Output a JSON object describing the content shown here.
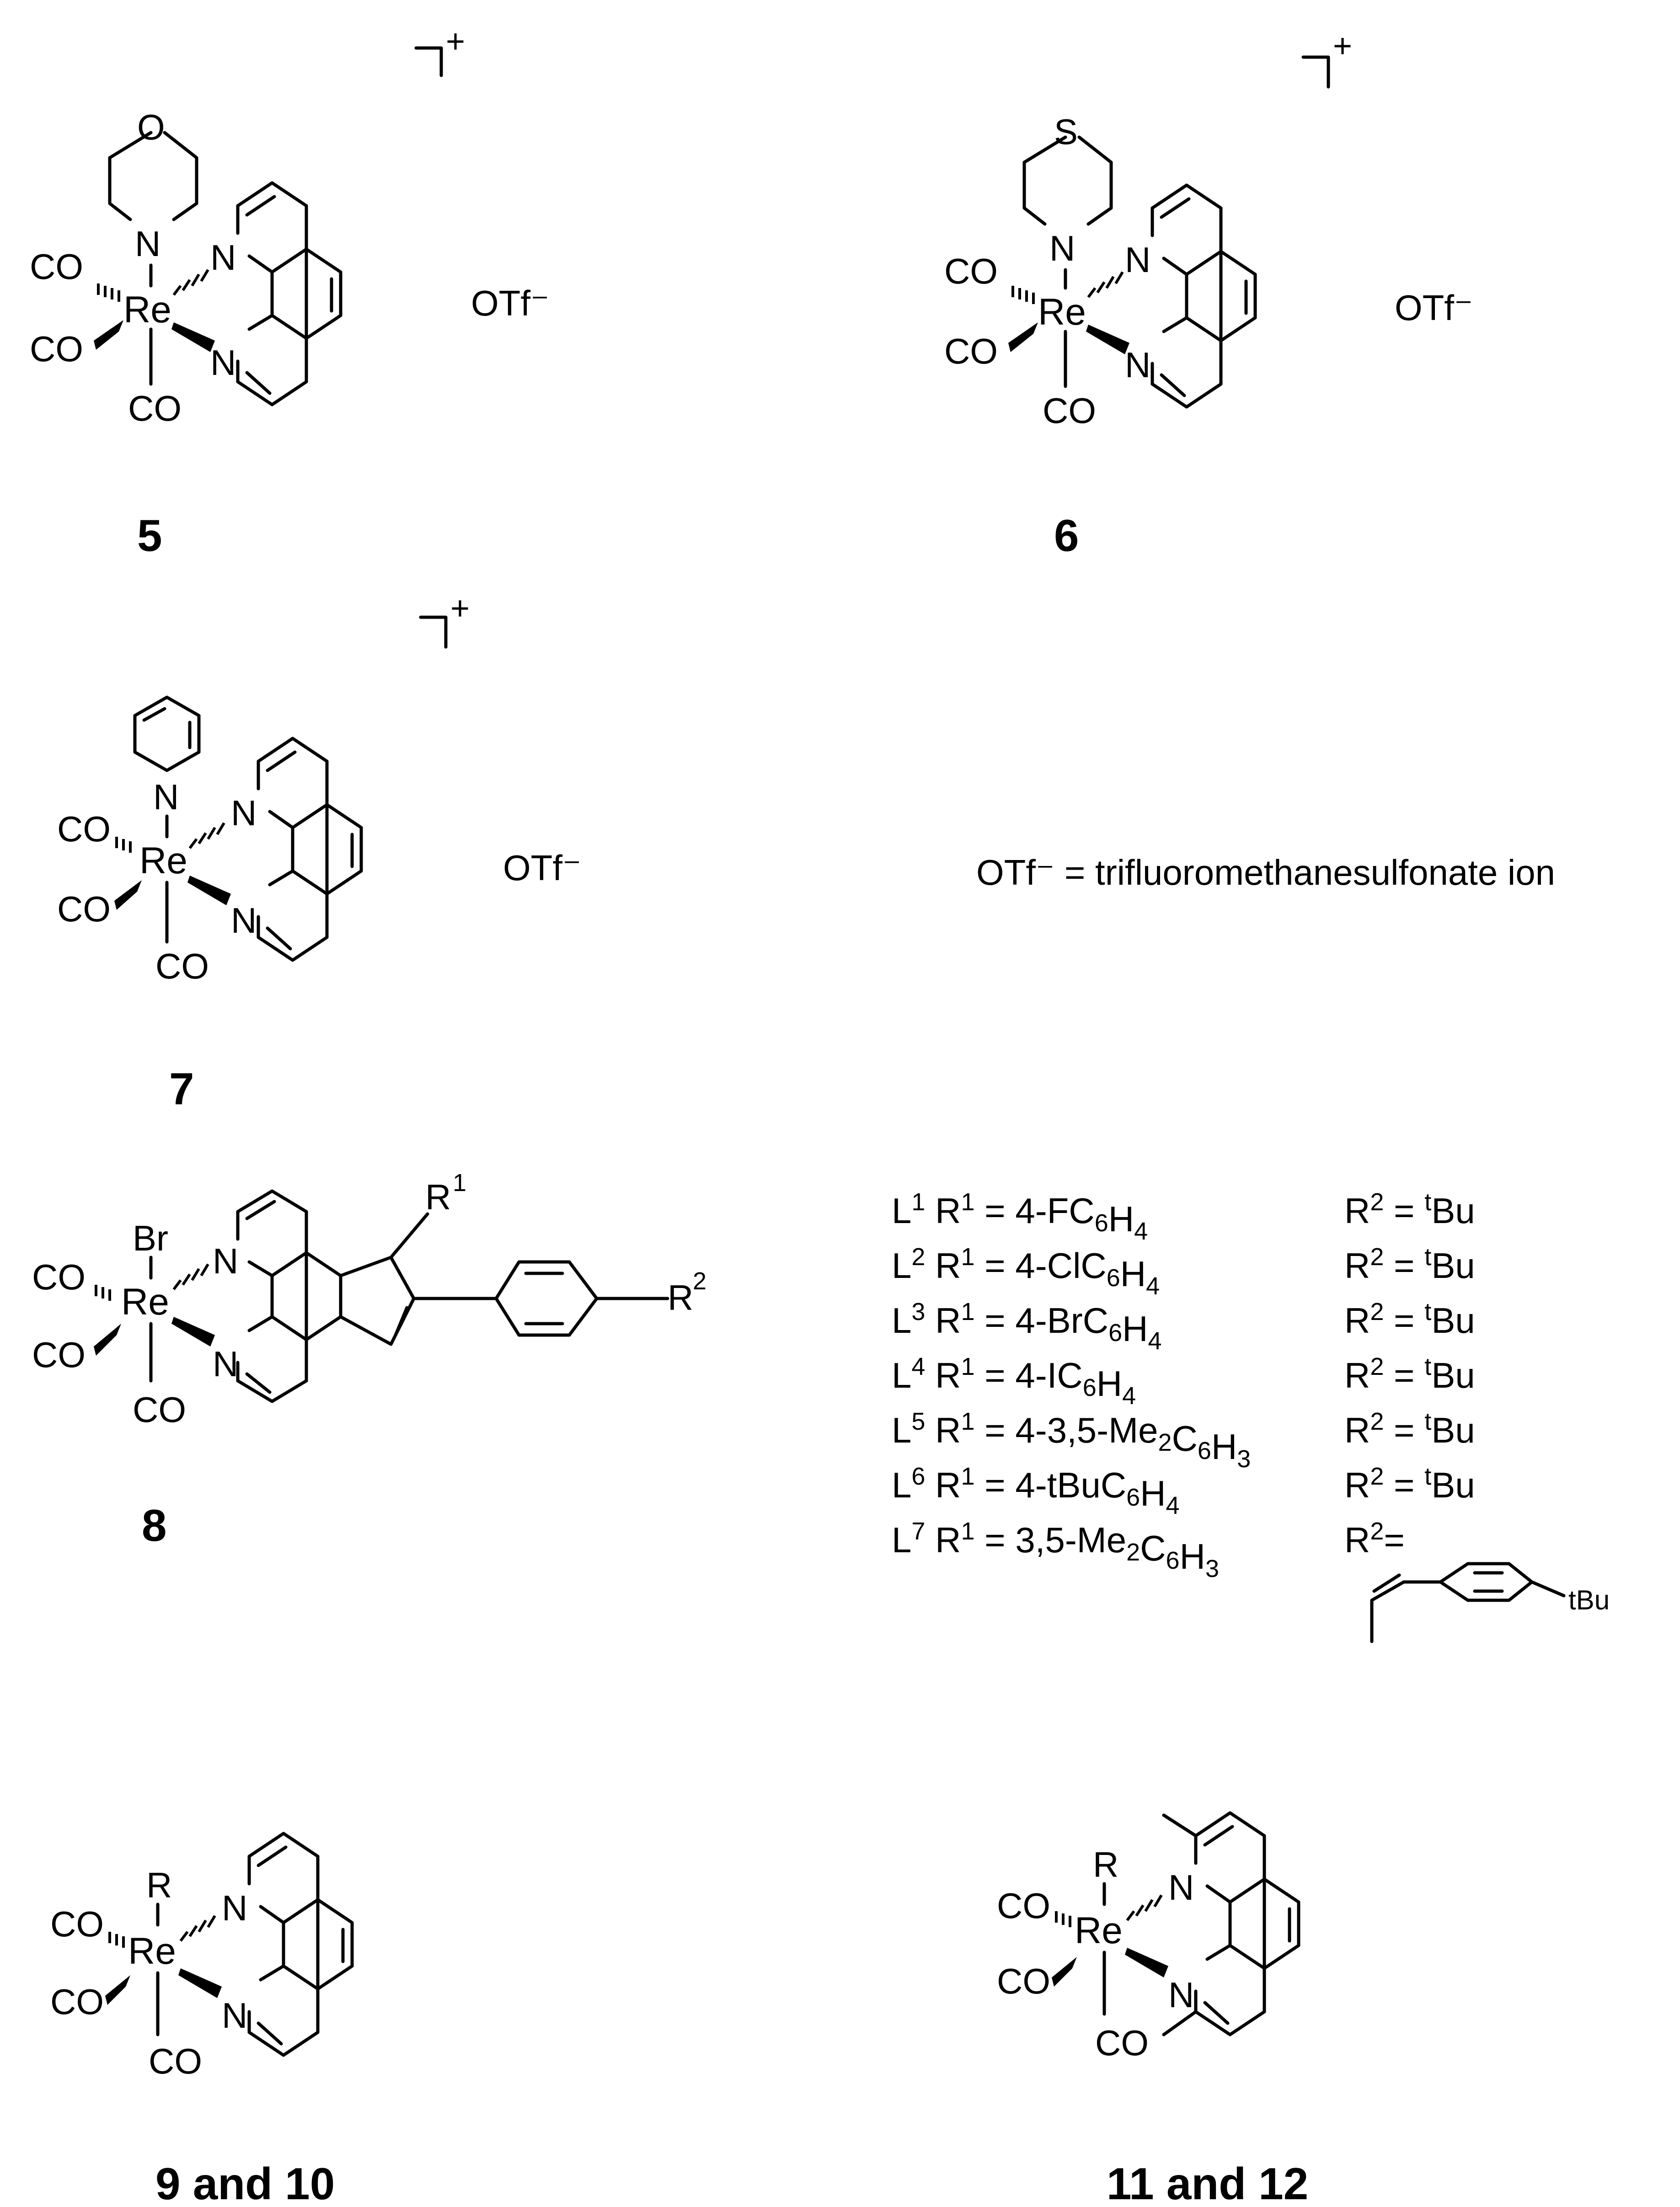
{
  "labels": {
    "CO": "CO",
    "Re": "Re",
    "N": "N",
    "O": "O",
    "S": "S",
    "Br": "Br",
    "R": "R",
    "plus": "+",
    "otf": "OTf⁻"
  },
  "compounds": {
    "c5": "5",
    "c6": "6",
    "c7": "7",
    "c8": "8",
    "c9": "9 and 10",
    "c11": "11 and 12"
  },
  "definition": "OTf⁻ = trifluoromethanesulfonate ion",
  "compound8": {
    "r1_label": "R",
    "r1_sup": "1",
    "r2_label": "R",
    "r2_sup": "2"
  },
  "ligand_table": [
    {
      "L": "L",
      "n": "1",
      "r1": "4-FC6H4",
      "r2": "R2 = tBu"
    },
    {
      "L": "L",
      "n": "2",
      "r1": "4-ClC6H4",
      "r2": "R2 = tBu"
    },
    {
      "L": "L",
      "n": "3",
      "r1": "4-BrC6H4",
      "r2": "R2 = tBu"
    },
    {
      "L": "L",
      "n": "4",
      "r1": "4-IC6H4",
      "r2": "R2 = tBu"
    },
    {
      "L": "L",
      "n": "5",
      "r1": "4-3,5-Me2C6H3",
      "r2": "R2 = tBu"
    },
    {
      "L": "L",
      "n": "6",
      "r1": "4-tBuC6H4",
      "r2": "R2 = tBu"
    },
    {
      "L": "L",
      "n": "7",
      "r1": "3,5-Me2C6H3",
      "r2": "R2="
    }
  ],
  "l7_substituent": "tBu"
}
